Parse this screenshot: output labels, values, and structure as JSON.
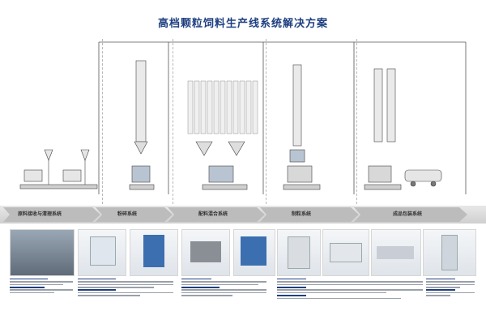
{
  "title": "高档颗粒饲料生产线系统解决方案",
  "stages": [
    {
      "label": "原料接收与清理系统"
    },
    {
      "label": "粉碎系统"
    },
    {
      "label": "配料混合系统"
    },
    {
      "label": "制粒系统"
    },
    {
      "label": "成品包装系统"
    }
  ],
  "colors": {
    "title": "#1e3f80",
    "pipe": "#555555",
    "band": "#cfcfcf",
    "machine_blue": "#3b6fb0"
  }
}
